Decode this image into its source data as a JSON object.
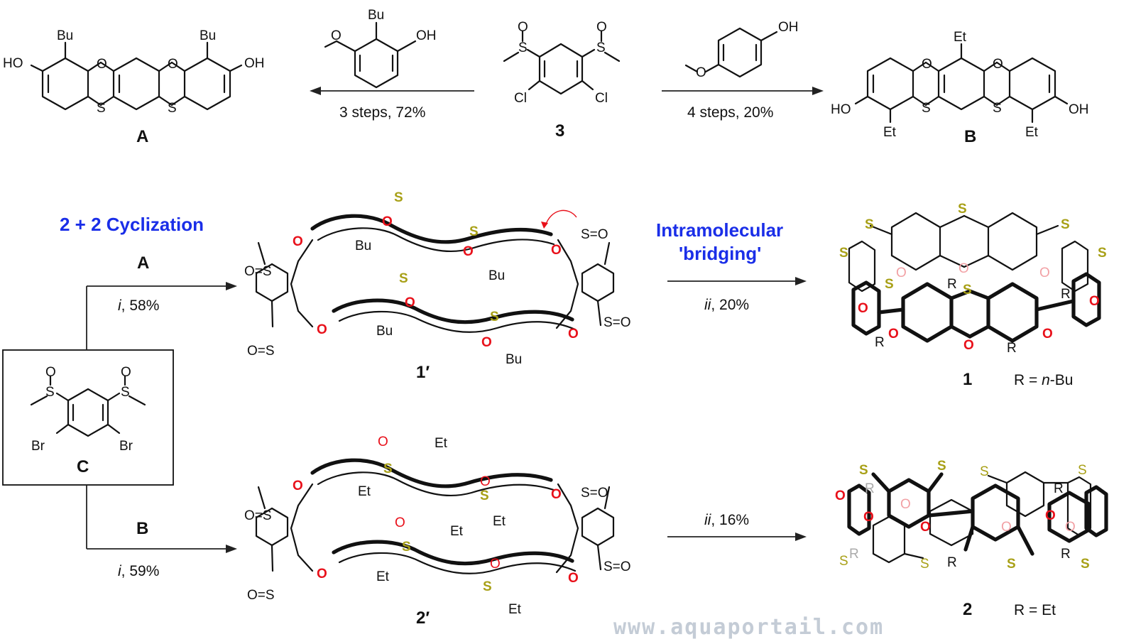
{
  "colors": {
    "sulfur": "#a8a017",
    "oxygen": "#e8101a",
    "oxygen_faint": "#f2a1a5",
    "blue_heading": "#1a2ee8",
    "ring_dark": "#3f8ed4",
    "ring_light": "#cfe0ee",
    "watermark": "#c4ccd6"
  },
  "top_row": {
    "compound_A": {
      "label": "A",
      "substituent": "Bu",
      "hydroxyl": "HO",
      "hydroxyl_right": "OH",
      "ring_o": "O",
      "ring_s": "S"
    },
    "reagent_left": {
      "substituent": "Bu",
      "hydroxyl": "OH"
    },
    "arrow_left_condition": "3 steps, 72%",
    "compound_3": {
      "label": "3",
      "halogen": "Cl",
      "sulfinyl_o": "O",
      "sulfinyl_s": "S"
    },
    "reagent_right": {
      "hydroxyl": "OH"
    },
    "arrow_right_condition": "4 steps, 20%",
    "compound_B": {
      "label": "B",
      "substituent": "Et",
      "hydroxyl": "HO",
      "hydroxyl_right": "OH",
      "ring_o": "O",
      "ring_s": "S"
    }
  },
  "middle_row": {
    "heading": "2 + 2 Cyclization",
    "starting_material": "A",
    "condition": "i",
    "yield": ", 58%",
    "intermediate_label": "1′",
    "substituent": "Bu",
    "step_heading_line1": "Intramolecular",
    "step_heading_line2": "'bridging'",
    "step_condition": "ii",
    "step_yield": ", 20%",
    "product_label": "1",
    "product_r_prefix": "R = ",
    "product_r_italic": "n",
    "product_r_suffix": "-Bu",
    "r_symbol": "R"
  },
  "linker_C": {
    "label": "C",
    "halogen": "Br",
    "sulfinyl_o": "O",
    "sulfinyl_s": "S"
  },
  "bottom_row": {
    "starting_material": "B",
    "condition": "i",
    "yield": ", 59%",
    "intermediate_label": "2′",
    "substituent": "Et",
    "step_condition": "ii",
    "step_yield": ", 16%",
    "product_label": "2",
    "product_r": "R = Et",
    "r_symbol": "R"
  },
  "atoms": {
    "oxygen": "O",
    "sulfur": "S",
    "sulfinyl_eq": "S=O",
    "sulfinyl_inv": "O=S"
  },
  "watermark": "www.aquaportail.com"
}
